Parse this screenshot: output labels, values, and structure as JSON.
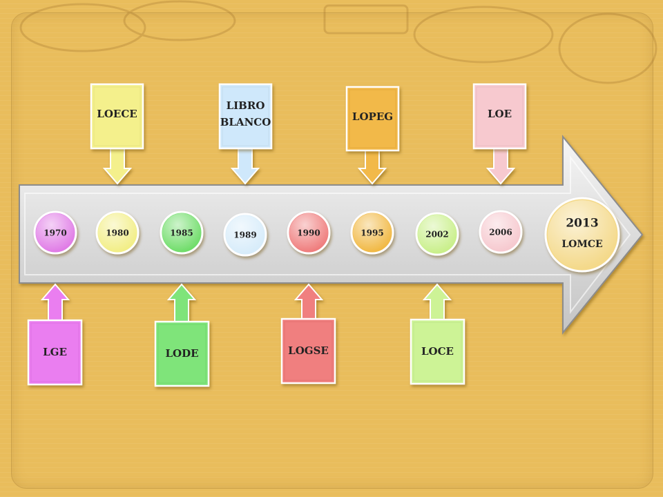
{
  "timeline": {
    "years": [
      {
        "year": "1970",
        "color": "#e07be6"
      },
      {
        "year": "1980",
        "color": "#f2ee86"
      },
      {
        "year": "1985",
        "color": "#6fdd6a"
      },
      {
        "year": "1989",
        "color": "#d7ecfa"
      },
      {
        "year": "1990",
        "color": "#ef7d7d"
      },
      {
        "year": "1995",
        "color": "#f1b945"
      },
      {
        "year": "2002",
        "color": "#c9ef8a"
      },
      {
        "year": "2006",
        "color": "#f6c9cf"
      }
    ],
    "final": {
      "year": "2013",
      "label": "LOMCE",
      "color": "#f4d98a"
    }
  },
  "laws_top": [
    {
      "lines": [
        "LOECE"
      ],
      "color": "#f4f08c",
      "year_index": 1
    },
    {
      "lines": [
        "LIBRO",
        "BLANCO"
      ],
      "color": "#cfe8fb",
      "year_index": 3
    },
    {
      "lines": [
        "LOPEG"
      ],
      "color": "#f2b94a",
      "year_index": 5
    },
    {
      "lines": [
        "LOE"
      ],
      "color": "#f7c9cf",
      "year_index": 7
    }
  ],
  "laws_bottom": [
    {
      "lines": [
        "LGE"
      ],
      "color": "#ea7ef0",
      "year_index": 0
    },
    {
      "lines": [
        "LODE"
      ],
      "color": "#7fe47a",
      "year_index": 2
    },
    {
      "lines": [
        "LOGSE"
      ],
      "color": "#f07f7f",
      "year_index": 4
    },
    {
      "lines": [
        "LOCE"
      ],
      "color": "#cdf396",
      "year_index": 6
    }
  ]
}
